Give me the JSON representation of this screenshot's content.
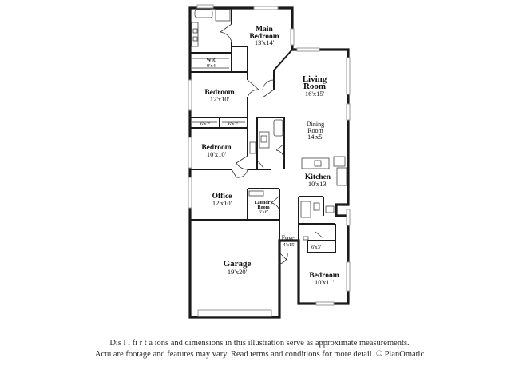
{
  "rooms": {
    "main_bedroom": {
      "name1": "Main",
      "name2": "Bedroom",
      "dim": "13'x14'"
    },
    "wic": {
      "name": "WIC",
      "dim": "9'x4'"
    },
    "bedroom_2": {
      "name": "Bedroom",
      "dim": "12'x10'"
    },
    "closet_a": {
      "dim": "6'x2'"
    },
    "closet_b": {
      "dim": "6'x2'"
    },
    "bedroom_3": {
      "name": "Bedroom",
      "dim": "10'x10'"
    },
    "office": {
      "name": "Office",
      "dim": "12'x10'"
    },
    "laundry": {
      "name1": "Laundry",
      "name2": "Room",
      "dim": "6'x6'"
    },
    "garage": {
      "name": "Garage",
      "dim": "19'x20'"
    },
    "living": {
      "name1": "Living",
      "name2": "Room",
      "dim": "16'x15'"
    },
    "dining": {
      "name1": "Dining",
      "name2": "Room",
      "dim": "14'x5'"
    },
    "kitchen": {
      "name": "Kitchen",
      "dim": "10'x13'"
    },
    "foyer": {
      "name": "Foyer",
      "dim": "4'x15'"
    },
    "closet_c": {
      "dim": "6'x3'"
    },
    "bedroom_4": {
      "name": "Bedroom",
      "dim": "10'x11'"
    }
  },
  "disclaimer": {
    "line1": "Dis     l    l    fi        r   t   a        ions and dimensions in this illustration serve as approximate measurements.",
    "line2": "Actu        are footage and features may vary. Read terms and conditions for more detail. © PlanOmatic"
  }
}
